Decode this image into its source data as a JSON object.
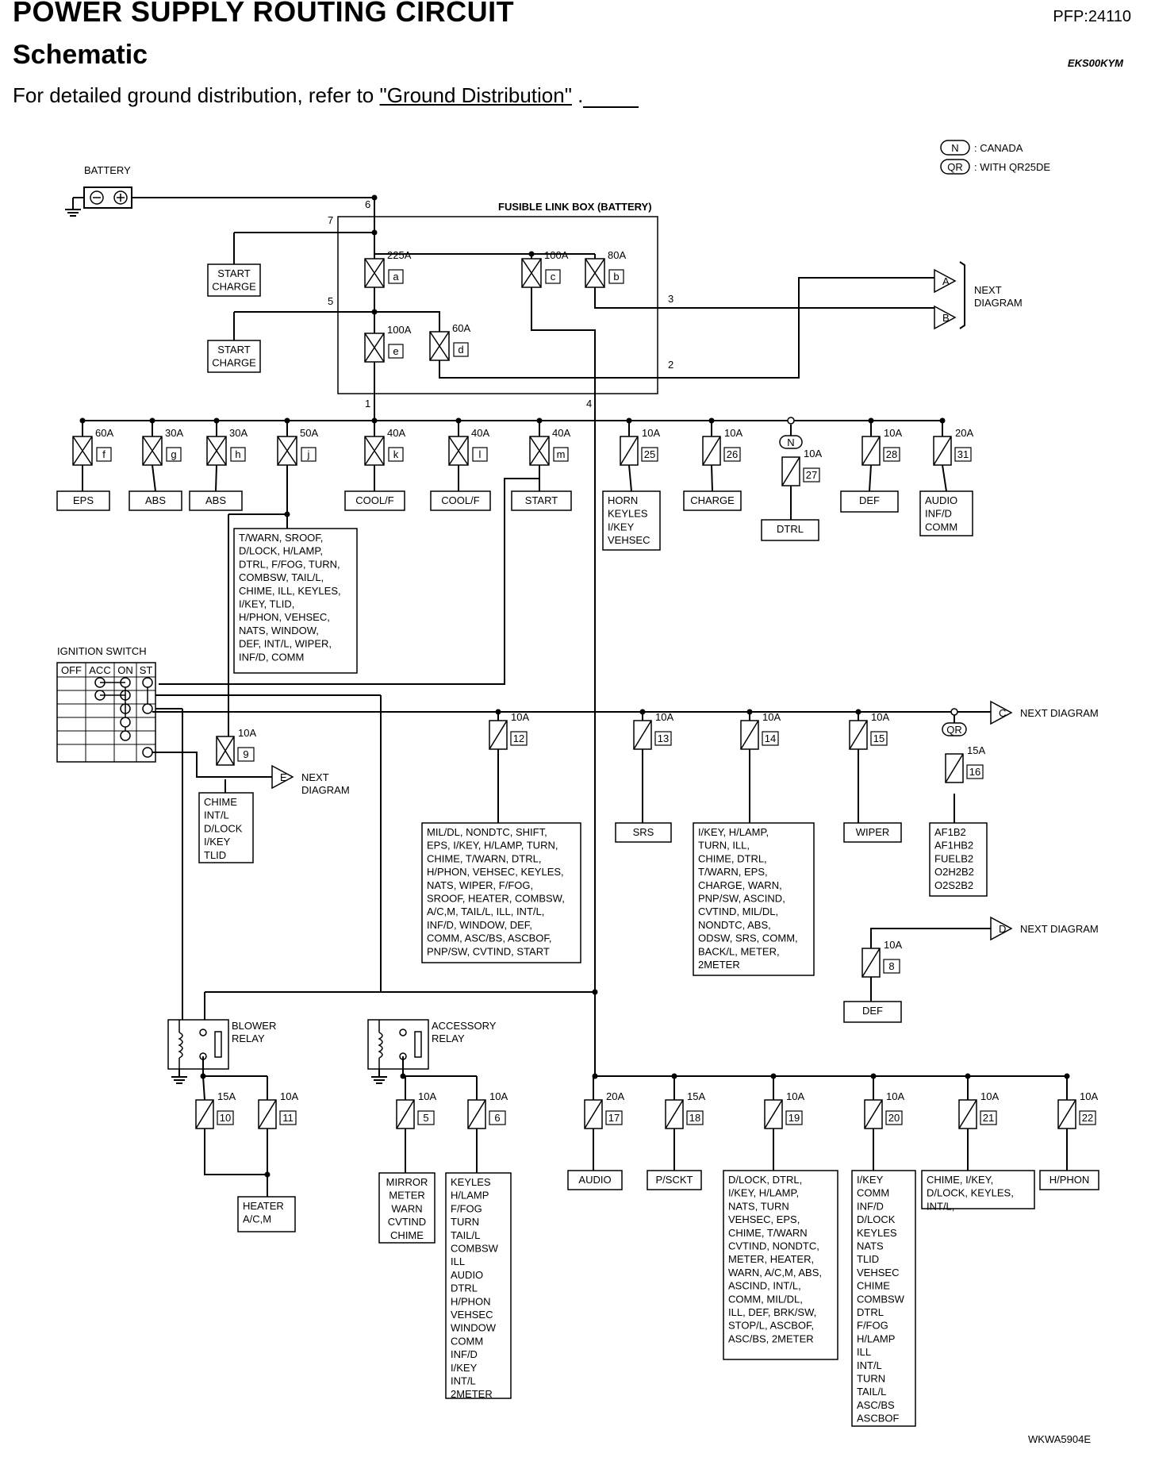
{
  "header": {
    "title": "POWER SUPPLY ROUTING CIRCUIT",
    "code": "PFP:24110",
    "subtitle": "Schematic",
    "section_code": "EKS00KYM",
    "ref_prefix": "For detailed ground distribution, refer to ",
    "ref_link": "\"Ground Distribution\"",
    "ref_suffix": " ."
  },
  "legend": [
    {
      "symbol": "N",
      "text": ": CANADA"
    },
    {
      "symbol": "QR",
      "text": ": WITH QR25DE"
    }
  ],
  "labels": {
    "battery": "BATTERY",
    "fusible_link_box": "FUSIBLE LINK BOX (BATTERY)",
    "ignition_switch": "IGNITION SWITCH",
    "next_diagram": "NEXT DIAGRAM",
    "next": "NEXT",
    "diagram": "DIAGRAM",
    "blower_relay": [
      "BLOWER",
      "RELAY"
    ],
    "accessory_relay": [
      "ACCESSORY",
      "RELAY"
    ],
    "figure_id": "WKWA5904E"
  },
  "ignition_switch_columns": [
    "OFF",
    "ACC",
    "ON",
    "ST"
  ],
  "wire_numbers": [
    "6",
    "7",
    "5",
    "3",
    "2",
    "1",
    "4"
  ],
  "connectors": [
    "A",
    "B",
    "C",
    "D",
    "E"
  ],
  "fusible_links": [
    {
      "amp": "225A",
      "id": "a"
    },
    {
      "amp": "100A",
      "id": "c"
    },
    {
      "amp": "80A",
      "id": "b"
    },
    {
      "amp": "100A",
      "id": "e"
    },
    {
      "amp": "60A",
      "id": "d"
    },
    {
      "amp": "60A",
      "id": "f"
    },
    {
      "amp": "30A",
      "id": "g"
    },
    {
      "amp": "30A",
      "id": "h"
    },
    {
      "amp": "50A",
      "id": "j"
    },
    {
      "amp": "40A",
      "id": "k"
    },
    {
      "amp": "40A",
      "id": "l"
    },
    {
      "amp": "40A",
      "id": "m"
    }
  ],
  "fuses": [
    {
      "amp": "10A",
      "id": "25"
    },
    {
      "amp": "10A",
      "id": "26"
    },
    {
      "amp": "10A",
      "id": "27"
    },
    {
      "amp": "10A",
      "id": "28"
    },
    {
      "amp": "20A",
      "id": "31"
    },
    {
      "amp": "10A",
      "id": "9"
    },
    {
      "amp": "10A",
      "id": "12"
    },
    {
      "amp": "10A",
      "id": "13"
    },
    {
      "amp": "10A",
      "id": "14"
    },
    {
      "amp": "10A",
      "id": "15"
    },
    {
      "amp": "15A",
      "id": "16"
    },
    {
      "amp": "10A",
      "id": "8"
    },
    {
      "amp": "15A",
      "id": "10"
    },
    {
      "amp": "10A",
      "id": "11"
    },
    {
      "amp": "10A",
      "id": "5"
    },
    {
      "amp": "10A",
      "id": "6"
    },
    {
      "amp": "20A",
      "id": "17"
    },
    {
      "amp": "15A",
      "id": "18"
    },
    {
      "amp": "10A",
      "id": "19"
    },
    {
      "amp": "10A",
      "id": "20"
    },
    {
      "amp": "10A",
      "id": "21"
    },
    {
      "amp": "10A",
      "id": "22"
    }
  ],
  "load_boxes": [
    [
      "START",
      "CHARGE"
    ],
    [
      "START",
      "CHARGE"
    ],
    [
      "EPS"
    ],
    [
      "ABS"
    ],
    [
      "ABS"
    ],
    [
      "T/WARN, SROOF,",
      "D/LOCK, H/LAMP,",
      "DTRL, F/FOG, TURN,",
      "COMBSW, TAIL/L,",
      "CHIME, ILL, KEYLES,",
      "I/KEY, TLID,",
      "H/PHON, VEHSEC,",
      "NATS, WINDOW,",
      "DEF, INT/L, WIPER,",
      "INF/D, COMM"
    ],
    [
      "COOL/F"
    ],
    [
      "COOL/F"
    ],
    [
      "START"
    ],
    [
      "HORN",
      "KEYLES",
      "I/KEY",
      "VEHSEC"
    ],
    [
      "CHARGE"
    ],
    [
      "DTRL"
    ],
    [
      "DEF"
    ],
    [
      "AUDIO",
      "INF/D",
      "COMM"
    ],
    [
      "CHIME",
      "INT/L",
      "D/LOCK",
      "I/KEY",
      "TLID"
    ],
    [
      "MIL/DL, NONDTC, SHIFT,",
      "EPS, I/KEY, H/LAMP, TURN,",
      "CHIME, T/WARN, DTRL,",
      "H/PHON, VEHSEC, KEYLES,",
      "NATS, WIPER, F/FOG,",
      "SROOF, HEATER, COMBSW,",
      "A/C,M, TAIL/L, ILL, INT/L,",
      "INF/D, WINDOW, DEF,",
      "COMM, ASC/BS, ASCBOF,",
      "PNP/SW, CVTIND, START"
    ],
    [
      "SRS"
    ],
    [
      "I/KEY, H/LAMP,",
      "TURN, ILL,",
      "CHIME, DTRL,",
      "T/WARN, EPS,",
      "CHARGE, WARN,",
      "PNP/SW, ASCIND,",
      "CVTIND, MIL/DL,",
      "NONDTC, ABS,",
      "ODSW, SRS, COMM,",
      "BACK/L, METER,",
      "2METER"
    ],
    [
      "WIPER"
    ],
    [
      "AF1B2",
      "AF1HB2",
      "FUELB2",
      "O2H2B2",
      "O2S2B2"
    ],
    [
      "DEF"
    ],
    [
      "HEATER",
      "A/C,M"
    ],
    [
      "MIRROR",
      "METER",
      "WARN",
      "CVTIND",
      "CHIME"
    ],
    [
      "KEYLES",
      "H/LAMP",
      "F/FOG",
      "TURN",
      "TAIL/L",
      "COMBSW",
      "ILL",
      "AUDIO",
      "DTRL",
      "H/PHON",
      "VEHSEC",
      "WINDOW",
      "COMM",
      "INF/D",
      "I/KEY",
      "INT/L",
      "2METER"
    ],
    [
      "AUDIO"
    ],
    [
      "P/SCKT"
    ],
    [
      "D/LOCK, DTRL,",
      "I/KEY, H/LAMP,",
      "NATS, TURN",
      "VEHSEC, EPS,",
      "CHIME, T/WARN",
      "CVTIND, NONDTC,",
      "METER, HEATER,",
      "WARN, A/C,M, ABS,",
      "ASCIND, INT/L,",
      "COMM, MIL/DL,",
      "ILL, DEF, BRK/SW,",
      "STOP/L, ASCBOF,",
      "ASC/BS, 2METER"
    ],
    [
      "I/KEY",
      "COMM",
      "INF/D",
      "D/LOCK",
      "KEYLES",
      "NATS",
      "TLID",
      "VEHSEC",
      "CHIME",
      "COMBSW",
      "DTRL",
      "F/FOG",
      "H/LAMP",
      "ILL",
      "INT/L",
      "TURN",
      "TAIL/L",
      "ASC/BS",
      "ASCBOF"
    ],
    [
      "CHIME, I/KEY,",
      "D/LOCK, KEYLES,",
      "INT/L,"
    ],
    [
      "H/PHON"
    ]
  ]
}
